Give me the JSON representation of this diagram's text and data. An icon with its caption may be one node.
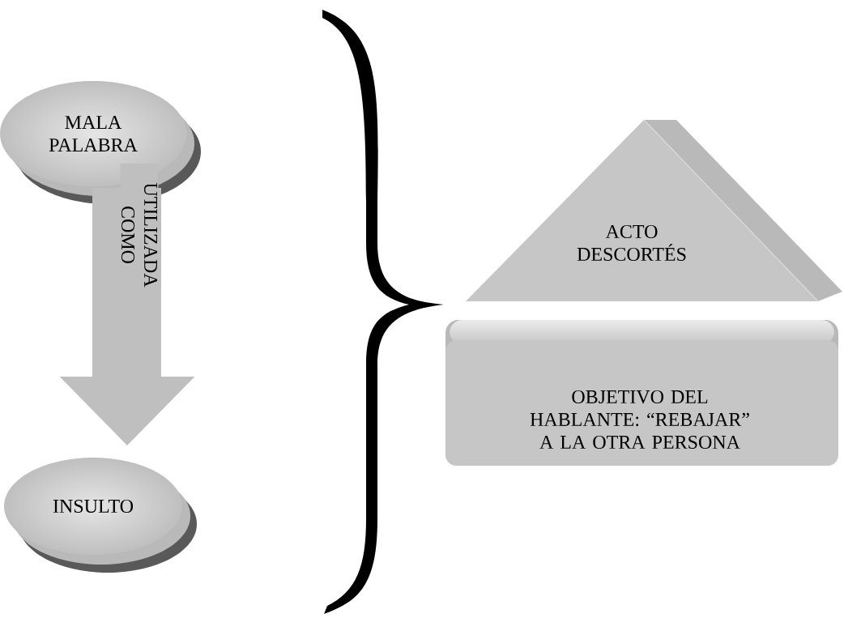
{
  "diagram": {
    "nodes": [
      {
        "text": [
          "MALA PALABRA"
        ]
      },
      {
        "text": [
          "INSULTO"
        ]
      },
      {
        "text": [
          "ACTO DESCORTÉS"
        ]
      },
      {
        "text": [
          "OBJETIVO DEL HABLANTE: “REBAJAR” A LA OTRA PERSONA"
        ]
      }
    ],
    "edges": [
      {
        "from": 0,
        "to": 1,
        "arrow": "to",
        "label": "UTILIZADA COMO"
      }
    ]
  }
}
